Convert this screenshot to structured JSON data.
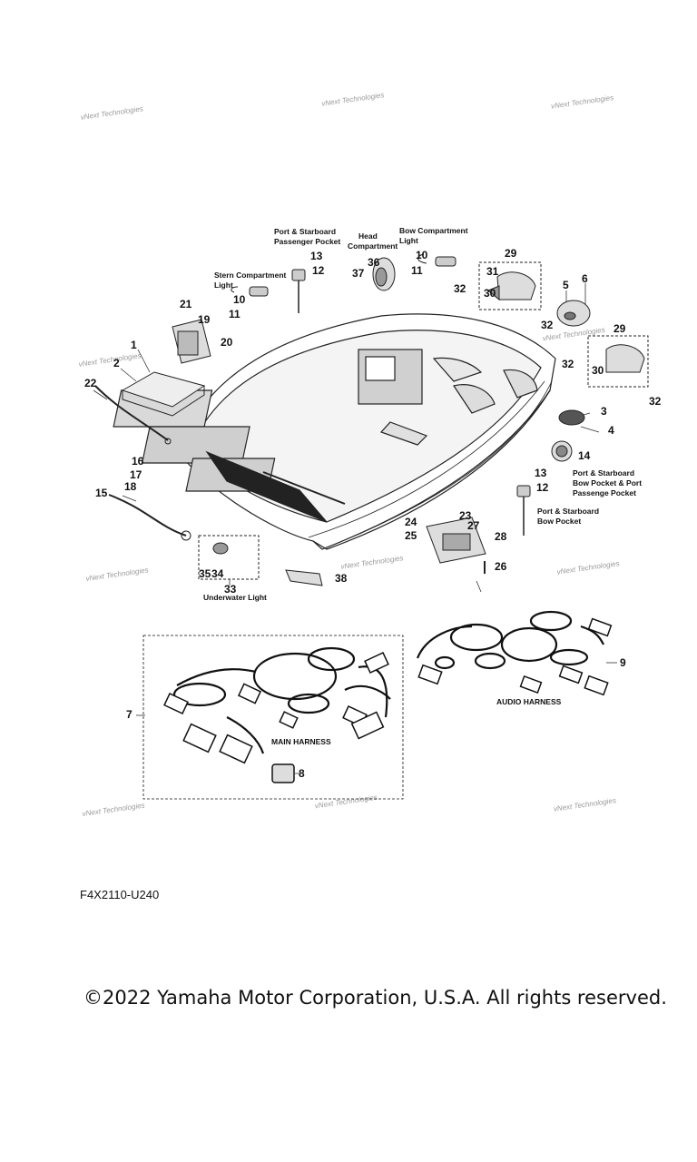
{
  "watermark": "vNext Technologies",
  "captions": {
    "port_starboard_passenger_pocket": [
      "Port & Starboard",
      "Passenger Pocket"
    ],
    "head_compartment": [
      "Head",
      "Compartment"
    ],
    "bow_compartment_light": [
      "Bow Compartment",
      "Light"
    ],
    "stern_compartment_light": [
      "Stern Compartment",
      "Light"
    ],
    "bow_pocket_passenger_pocket": [
      "Port & Starboard",
      "Bow Pocket & Port",
      "Passenge Pocket"
    ],
    "bow_pocket": [
      "Port & Starboard",
      "Bow Pocket"
    ],
    "underwater_light": "Underwater Light",
    "main_harness": "MAIN HARNESS",
    "audio_harness": "AUDIO HARNESS"
  },
  "callouts": {
    "c1": "1",
    "c2": "2",
    "c3": "3",
    "c4": "4",
    "c5": "5",
    "c6": "6",
    "c7": "7",
    "c8": "8",
    "c9": "9",
    "c10a": "10",
    "c10b": "10",
    "c11a": "11",
    "c11b": "11",
    "c12a": "12",
    "c12b": "12",
    "c13a": "13",
    "c13b": "13",
    "c14": "14",
    "c15": "15",
    "c16": "16",
    "c17": "17",
    "c18": "18",
    "c19": "19",
    "c20": "20",
    "c21": "21",
    "c22": "22",
    "c23": "23",
    "c24": "24",
    "c25": "25",
    "c26": "26",
    "c27": "27",
    "c28": "28",
    "c29a": "29",
    "c29b": "29",
    "c30a": "30",
    "c30b": "30",
    "c31": "31",
    "c32a": "32",
    "c32b": "32",
    "c32c": "32",
    "c32d": "32",
    "c33": "33",
    "c34": "34",
    "c35": "35",
    "c36": "36",
    "c37": "37",
    "c38": "38"
  },
  "part_code": "F4X2110-U240",
  "copyright": "©2022 Yamaha Motor Corporation, U.S.A. All rights reserved."
}
